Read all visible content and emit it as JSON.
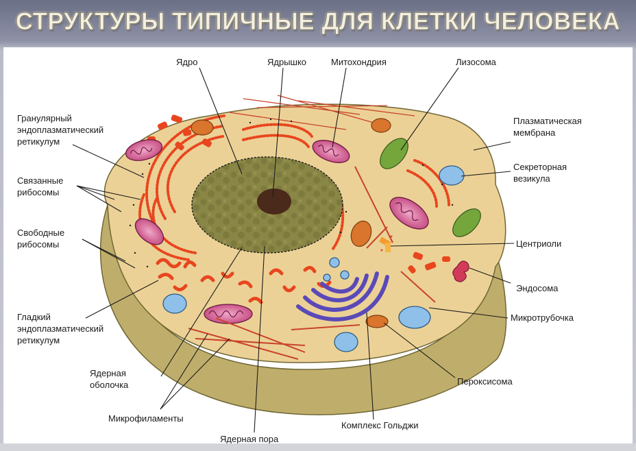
{
  "title": "СТРУКТУРЫ ТИПИЧНЫЕ ДЛЯ КЛЕТКИ ЧЕЛОВЕКА",
  "labels": {
    "nucleus": "Ядро",
    "nucleolus": "Ядрышко",
    "mitochondrion": "Митохондрия",
    "lysosome": "Лизосома",
    "rough_er": [
      "Гранулярный",
      "эндоплазматический",
      "ретикулум"
    ],
    "plasma_membrane": [
      "Плазматическая",
      "мембрана"
    ],
    "bound_ribosomes": [
      "Связанные",
      "рибосомы"
    ],
    "secretory_vesicle": [
      "Секреторная",
      "везикула"
    ],
    "free_ribosomes": [
      "Свободные",
      "рибосомы"
    ],
    "centrioles": "Центриоли",
    "endosome": "Эндосома",
    "smooth_er": [
      "Гладкий",
      "эндоплазматический",
      "ретикулум"
    ],
    "microtubule": "Микротрубочка",
    "nuclear_envelope": [
      "Ядерная",
      "оболочка"
    ],
    "peroxisome": "Пероксисома",
    "microfilaments": "Микрофиламенты",
    "golgi": "Комплекс Гольджи",
    "nuclear_pore": "Ядерная пора"
  },
  "colors": {
    "cytoplasm": "#ecd196",
    "cell_side": "#bfae6b",
    "nucleus": "#8a8646",
    "nucleolus": "#4a2a1a",
    "er": "#e8461e",
    "mitochondria": "#c0407a",
    "lysosome": "#74a63c",
    "vesicle": "#8fc0ea",
    "golgi": "#5a49b8",
    "peroxisome": "#d9752c"
  }
}
